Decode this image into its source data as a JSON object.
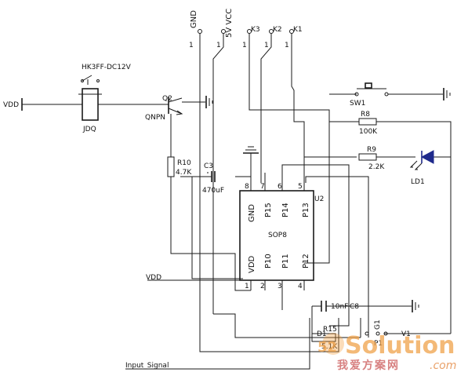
{
  "connector": {
    "pins": [
      {
        "label": "GND",
        "number": "1"
      },
      {
        "label": "5V VCC",
        "number": "1"
      },
      {
        "label": "K3",
        "number": "1"
      },
      {
        "label": "K2",
        "number": "1"
      },
      {
        "label": "K1",
        "number": "1"
      }
    ]
  },
  "relay": {
    "part": "HK3FF-DC12V",
    "designator": "JDQ"
  },
  "nets": {
    "vdd_left": "VDD",
    "vdd_bottom": "VDD",
    "input_signal": "Input_Signal"
  },
  "transistor": {
    "designator": "Q2",
    "type": "QNPN"
  },
  "switch": {
    "designator": "SW1"
  },
  "resistors": [
    {
      "designator": "R8",
      "value": "100K"
    },
    {
      "designator": "R9",
      "value": "2.2K"
    },
    {
      "designator": "R10",
      "value": "4.7K"
    },
    {
      "designator": "R15",
      "value": "5.1K"
    }
  ],
  "capacitors": [
    {
      "designator": "C3",
      "value": "470uF"
    },
    {
      "designator": "C8",
      "value": "10nF"
    }
  ],
  "led": {
    "designator": "LD1"
  },
  "ic": {
    "designator": "U2",
    "package": "SOP8",
    "top_pin_numbers": [
      "8",
      "7",
      "6",
      "5"
    ],
    "top_pin_names": [
      "GND",
      "P15",
      "P14",
      "P13"
    ],
    "bottom_pin_numbers": [
      "1",
      "2",
      "3",
      "4"
    ],
    "bottom_pin_names": [
      "VDD",
      "P10",
      "P11",
      "P12"
    ]
  },
  "bottom_connector": {
    "designator": "P1",
    "labels": [
      "D1",
      "G1",
      "V1"
    ]
  },
  "watermark": {
    "brand": "Solution",
    "digits": "52",
    "cn": "我爱方案网",
    "domain": ".com"
  }
}
